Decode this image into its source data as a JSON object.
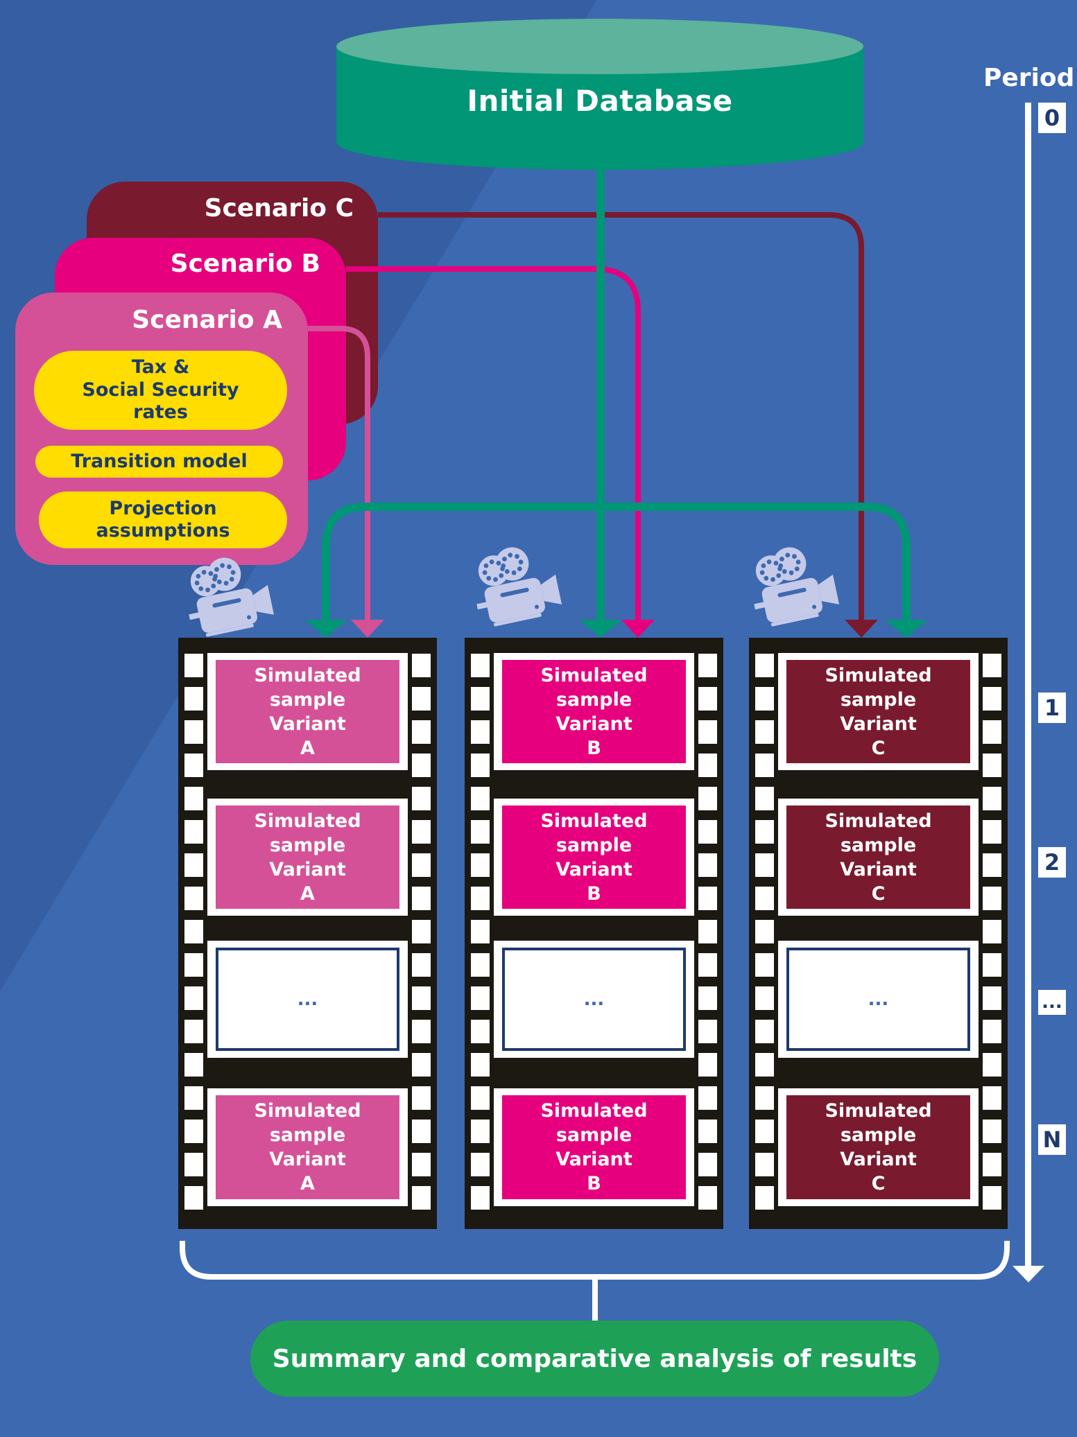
{
  "database": {
    "label": "Initial Database",
    "color": "#009676",
    "top_color": "#5db39c"
  },
  "scenarios": [
    {
      "id": "C",
      "title": "Scenario C",
      "color": "#7a1a2e"
    },
    {
      "id": "B",
      "title": "Scenario B",
      "color": "#e6007e"
    },
    {
      "id": "A",
      "title": "Scenario A",
      "color": "#d45197"
    }
  ],
  "scenario_parameters": [
    {
      "label": "Tax & Social Security rates",
      "lines": [
        "Tax &",
        "Social Security",
        "rates"
      ]
    },
    {
      "label": "Transition model",
      "lines": [
        "Transition model"
      ]
    },
    {
      "label": "Projection assumptions",
      "lines": [
        "Projection",
        "assumptions"
      ]
    }
  ],
  "period": {
    "title": "Period",
    "labels": [
      "0",
      "1",
      "2",
      "...",
      "N"
    ]
  },
  "strips": [
    {
      "variant": "A",
      "color": "#d45197",
      "frames": [
        {
          "lines": [
            "Simulated",
            "sample",
            "Variant",
            "A"
          ]
        },
        {
          "lines": [
            "Simulated",
            "sample",
            "Variant",
            "A"
          ]
        },
        {
          "placeholder": "..."
        },
        {
          "lines": [
            "Simulated",
            "sample",
            "Variant",
            "A"
          ]
        }
      ]
    },
    {
      "variant": "B",
      "color": "#e6007e",
      "frames": [
        {
          "lines": [
            "Simulated",
            "sample",
            "Variant",
            "B"
          ]
        },
        {
          "lines": [
            "Simulated",
            "sample",
            "Variant",
            "B"
          ]
        },
        {
          "placeholder": "..."
        },
        {
          "lines": [
            "Simulated",
            "sample",
            "Variant",
            "B"
          ]
        }
      ]
    },
    {
      "variant": "C",
      "color": "#7a1a2e",
      "frames": [
        {
          "lines": [
            "Simulated",
            "sample",
            "Variant",
            "C"
          ]
        },
        {
          "lines": [
            "Simulated",
            "sample",
            "Variant",
            "C"
          ]
        },
        {
          "placeholder": "..."
        },
        {
          "lines": [
            "Simulated",
            "sample",
            "Variant",
            "C"
          ]
        }
      ]
    }
  ],
  "summary": {
    "label": "Summary and comparative analysis of results",
    "color": "#1ea157"
  },
  "colors": {
    "background": "#3d69b0",
    "background_shade": "#355ea3",
    "film": "#1c1812",
    "pill": "#ffdd00",
    "pill_text": "#1d3a6e",
    "camera": "#c5cae9",
    "db_flow": "#009676"
  }
}
